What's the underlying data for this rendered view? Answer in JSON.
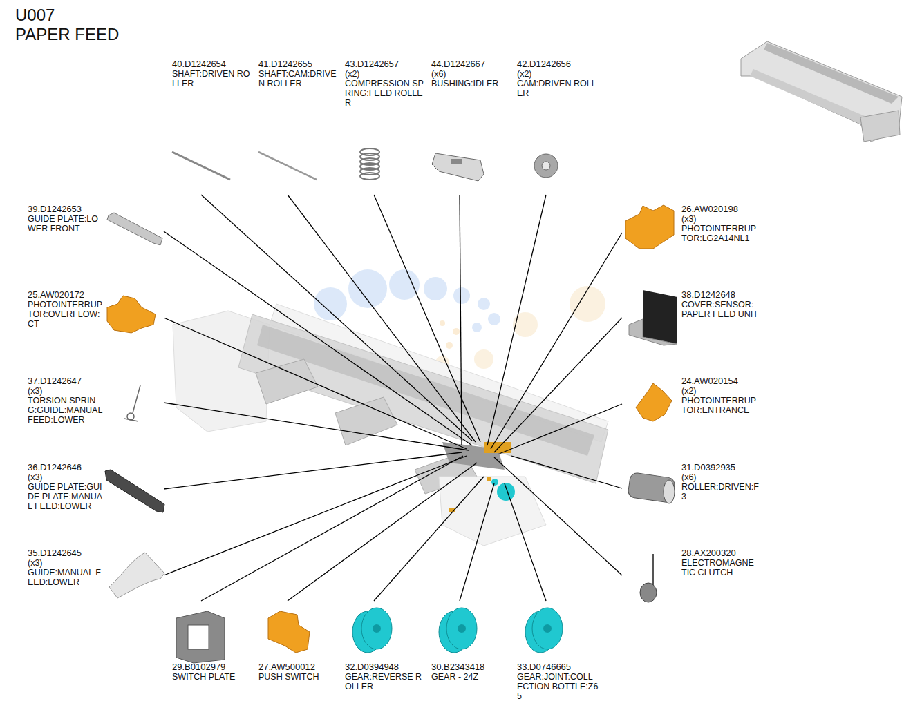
{
  "diagram": {
    "title": "U007",
    "labels": [
      "PAPER FEED",
      "40.D1242654",
      "SHAFT:DRIVEN ROLLER",
      "41.D1242655",
      "SHAFT:CAM:DRIVEN ROLLER",
      "43.D1242657",
      "(x2)",
      "COMPRESSION SPRING:FEED ROLLER",
      "44.D1242667",
      "(x6)",
      "BUSHING:IDLER",
      "42.D1242656",
      "(x2)",
      "CAM:DRIVEN ROLLER",
      "39.D1242653",
      "GUIDE PLATE:LOWER FRONT",
      "25.AW020172",
      "PHOTOINTERRUPTOR:OVERFLOW:CT",
      "37.D1242647",
      "(x3)",
      "TORSION SPRING:GUIDE:MANUAL FEED:LOWER",
      "36.D1242646",
      "(x3)",
      "GUIDE PLATE:GUIDE PLATE:MANUAL FEED:LOWER",
      "35.D1242645",
      "(x3)",
      "GUIDE:MANUAL FEED:LOWER",
      "26.AW020198",
      "(x3)",
      "PHOTOINTERRUPTOR:LG2A14NL1",
      "38.D1242648",
      "COVER:SENSOR:PAPER FEED UNIT",
      "24.AW020154",
      "(x2)",
      "PHOTOINTERRUPTOR:ENTRANCE",
      "31.D0392935",
      "(x6)",
      "ROLLER:DRIVEN:F3",
      "28.AX200320",
      "ELECTROMAGNETIC CLUTCH",
      "29.B0102979",
      "SWITCH PLATE",
      "27.AW500012",
      "PUSH SWITCH",
      "32.D0394948",
      "GEAR:REVERSE ROLLER",
      "30.B2343418",
      "GEAR - 24Z",
      "33.D0746665",
      "GEAR:JOINT:COLLECTION BOTTLE:Z65"
    ]
  }
}
